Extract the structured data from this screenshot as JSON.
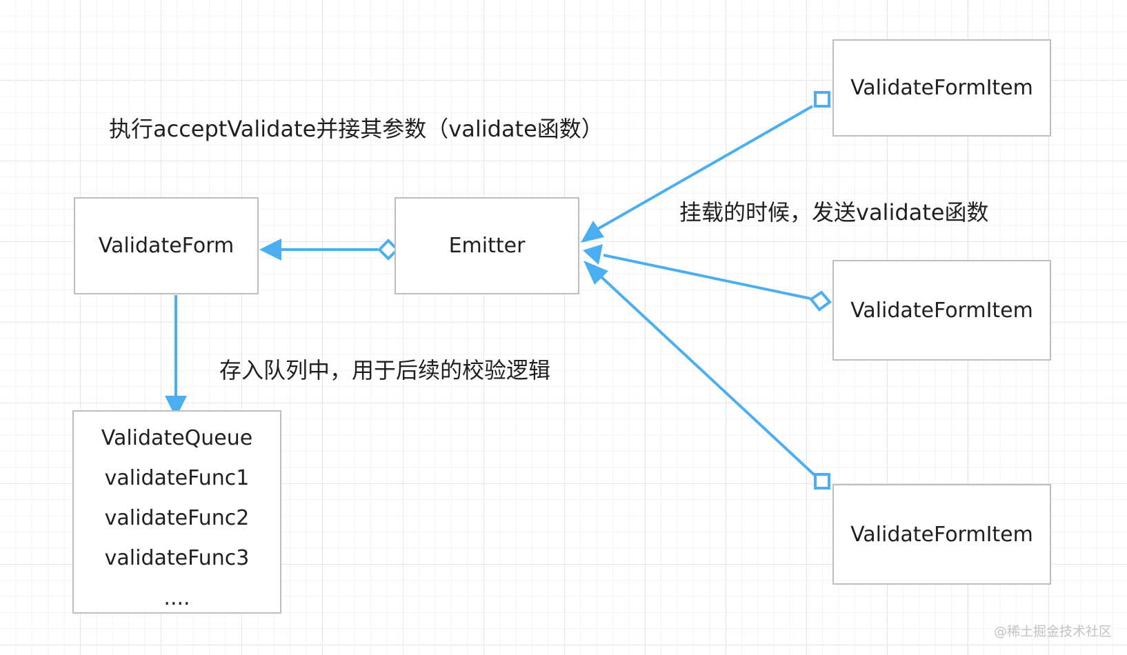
{
  "nodes": {
    "validate_form": "ValidateForm",
    "emitter": "Emitter",
    "form_items": [
      "ValidateFormItem",
      "ValidateFormItem",
      "ValidateFormItem"
    ],
    "queue": {
      "title": "ValidateQueue",
      "items": [
        "validateFunc1",
        "validateFunc2",
        "validateFunc3",
        "...."
      ]
    }
  },
  "edge_labels": {
    "accept_validate": "执行acceptValidate并接其参数（validate函数）",
    "mount_send": "挂载的时候，发送validate函数",
    "store_queue": "存入队列中，用于后续的校验逻辑"
  },
  "watermark": "@稀土掘金技术社区",
  "colors": {
    "edge": "#4aaef0",
    "box_border": "#bdbdbd",
    "text": "#1f1f1f"
  }
}
